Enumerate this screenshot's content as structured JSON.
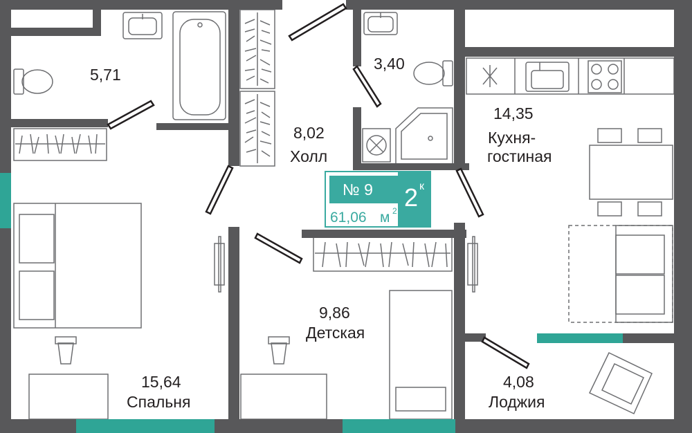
{
  "colors": {
    "wall": "#58585a",
    "window": "#2fa596",
    "accent": "#3aaaa0",
    "line": "#231f20",
    "furniture": "#6d6e71"
  },
  "rooms": {
    "bathroom": {
      "area": "5,71"
    },
    "wc": {
      "area": "3,40"
    },
    "hall": {
      "area": "8,02",
      "name": "Холл"
    },
    "kitchen": {
      "area": "14,35",
      "name_line1": "Кухня-",
      "name_line2": "гостиная"
    },
    "nursery": {
      "area": "9,86",
      "name": "Детская"
    },
    "bedroom": {
      "area": "15,64",
      "name": "Спальня"
    },
    "loggia": {
      "area": "4,08",
      "name": "Лоджия"
    }
  },
  "badge": {
    "number": "№ 9",
    "rooms_count": "2",
    "rooms_suffix": "к",
    "total_area": "61,06",
    "area_unit": "м",
    "area_unit_power": "2"
  }
}
